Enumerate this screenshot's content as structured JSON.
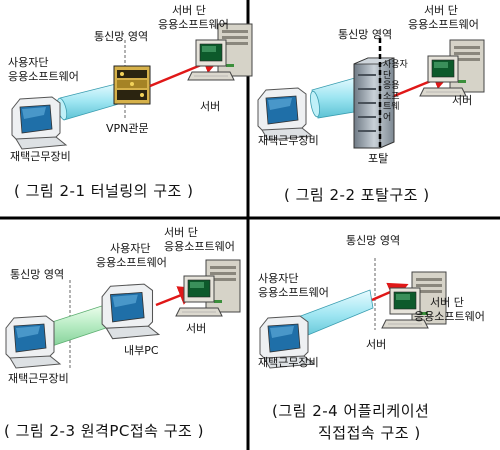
{
  "panels": {
    "tunneling": {
      "labels": {
        "network_area": "통신망 영역",
        "server_side": "서버 단",
        "server_app": "응용소프트웨어",
        "user_side": "사용자단",
        "user_app": "응용소프트웨어",
        "vpn": "VPN관문",
        "server": "서버",
        "telework": "재택근무장비"
      },
      "caption": "( 그림 2-1 터널링의 구조 )"
    },
    "portal": {
      "labels": {
        "network_area": "통신망 영역",
        "server_side": "서버 단",
        "server_app": "응용소프트웨어",
        "server_cabinet_text": [
          "사용자",
          "단",
          "응용",
          "소프",
          "트웨",
          "어"
        ],
        "server": "서버",
        "telework": "재택근무장비",
        "portal": "포탈"
      },
      "caption": "( 그림 2-2 포탈구조 )"
    },
    "remote_pc": {
      "labels": {
        "network_area": "통신망 영역",
        "user_side": "사용자단",
        "user_app": "응용소프트웨어",
        "server_side": "서버 단",
        "server_app": "응용소프트웨어",
        "internal_pc": "내부PC",
        "server": "서버",
        "telework": "재택근무장비"
      },
      "caption": "( 그림 2-3 원격PC접속 구조 )"
    },
    "app_direct": {
      "labels": {
        "network_area": "통신망 영역",
        "user_side": "사용자단",
        "user_app": "응용소프트웨어",
        "server_side": "서버 단",
        "server_app": "응용소프트웨어",
        "server": "서버",
        "telework": "재택근무장비"
      },
      "caption_line1": "(그림 2-4 어플리케이션",
      "caption_line2": "직접접속 구조 )"
    }
  }
}
